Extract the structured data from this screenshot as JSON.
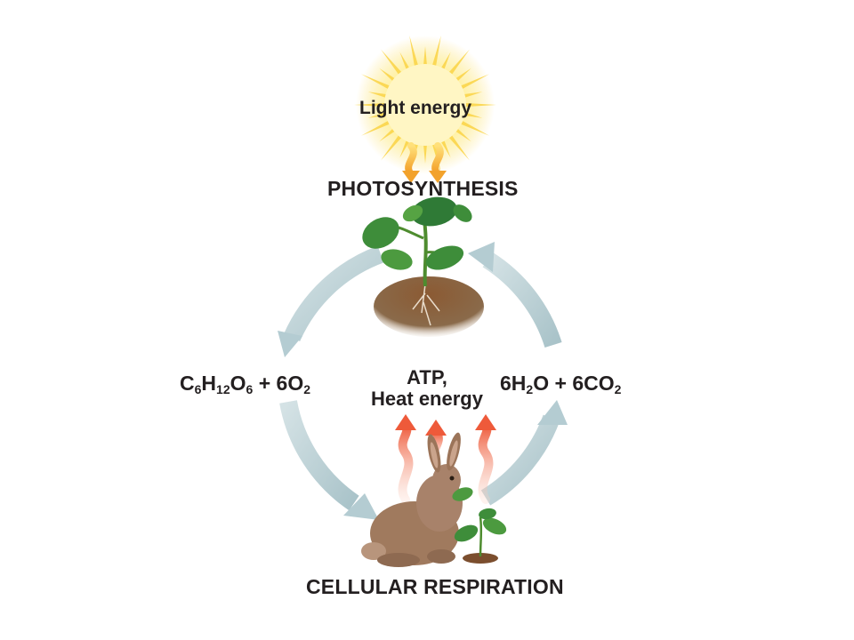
{
  "labels": {
    "light_energy": "Light energy",
    "photosynthesis": "PHOTOSYNTHESIS",
    "cellular_respiration": "CELLULAR RESPIRATION",
    "atp_line1": "ATP,",
    "atp_line2": "Heat energy"
  },
  "glucose_formula": {
    "c": "C",
    "c_sub": "6",
    "h": "H",
    "h_sub": "12",
    "o": "O",
    "o_sub": "6",
    "plus": " + ",
    "o2": "6O",
    "o2_sub": "2"
  },
  "water_co2_formula": {
    "h2o": "6H",
    "h2o_sub": "2",
    "o_after": "O",
    "plus": " + ",
    "co2": "6CO",
    "co2_sub": "2"
  },
  "colors": {
    "cycle_arrow": "#b9cfd4",
    "sun_rays": "#fbd54a",
    "sun_glow": "#fff3a8",
    "light_arrows": "#f2a22c",
    "heat_arrows": "#ee5a3a",
    "leaf": "#3e8d3a",
    "soil": "#7b4e2e",
    "rabbit": "#a07a5e"
  },
  "icons": [
    "sun-icon",
    "plant-icon",
    "rabbit-icon",
    "seedling-icon"
  ]
}
